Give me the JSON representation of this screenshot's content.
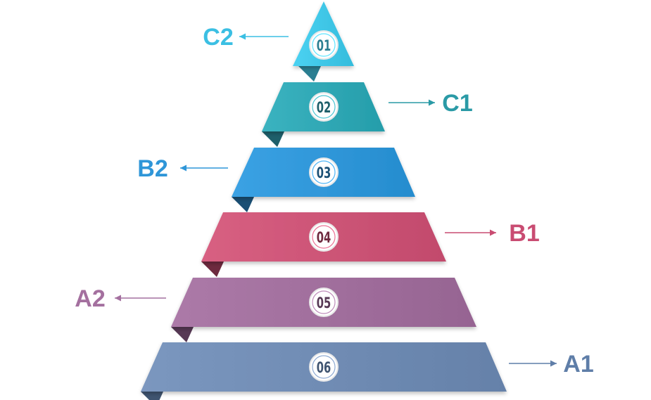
{
  "diagram": {
    "type": "pyramid",
    "tiers": [
      {
        "number": "01",
        "label": "C2",
        "color": "#3fc6e6",
        "fold_color": "#2b7f92",
        "label_color": "#3bbfe3",
        "label_side": "left"
      },
      {
        "number": "02",
        "label": "C1",
        "color": "#2fa7b4",
        "fold_color": "#1e5f6a",
        "label_color": "#2a9aa6",
        "label_side": "right"
      },
      {
        "number": "03",
        "label": "B2",
        "color": "#2f96d8",
        "fold_color": "#1a4f74",
        "label_color": "#2f96d8",
        "label_side": "left"
      },
      {
        "number": "04",
        "label": "B1",
        "color": "#cc5476",
        "fold_color": "#6e2a3f",
        "label_color": "#c94c72",
        "label_side": "right"
      },
      {
        "number": "05",
        "label": "A2",
        "color": "#a06e9c",
        "fold_color": "#573955",
        "label_color": "#a4709f",
        "label_side": "left"
      },
      {
        "number": "06",
        "label": "A1",
        "color": "#6f8bb3",
        "fold_color": "#3f5470",
        "label_color": "#5f7ea8",
        "label_side": "right"
      }
    ]
  }
}
